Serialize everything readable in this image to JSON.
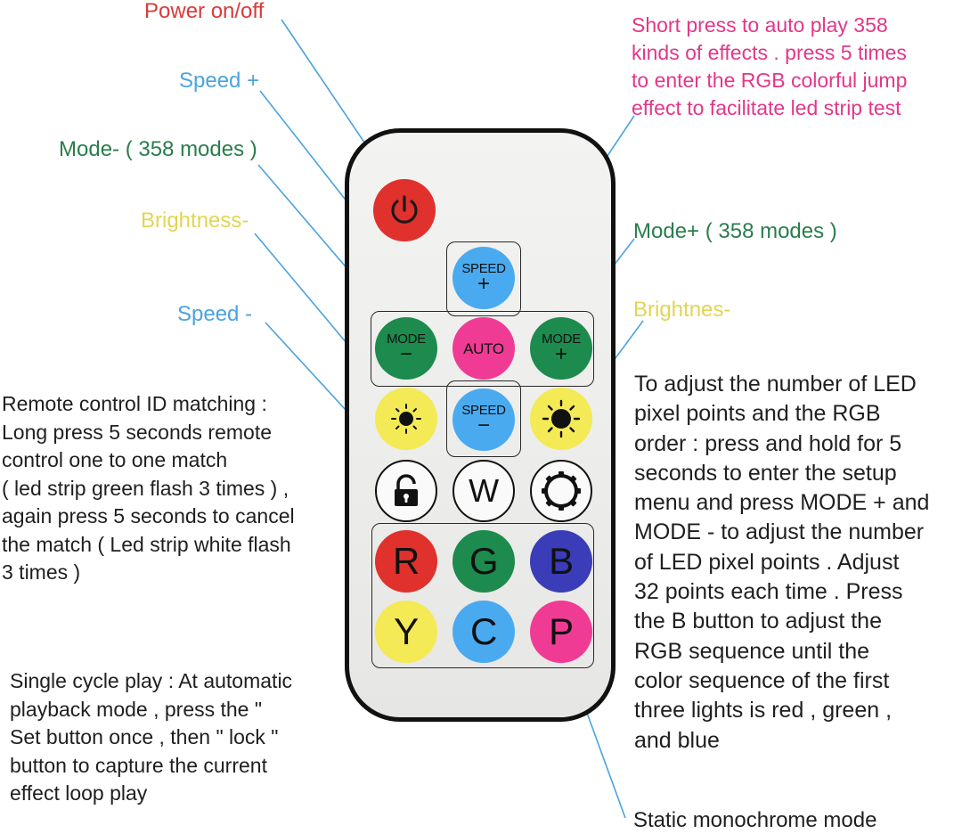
{
  "colors": {
    "red": "#d93a3a",
    "blue": "#4aa3df",
    "green": "#2a7d4b",
    "yellow": "#e2d552",
    "pink": "#e2378a",
    "text": "#1f1f1f",
    "btn_red": "#e0312d",
    "btn_blue": "#4aaaf0",
    "btn_green": "#1d8a4e",
    "btn_pink": "#f03b95",
    "btn_yellow": "#f3ea55",
    "btn_navy": "#3a3cb8"
  },
  "labels": {
    "power": "Power on/off",
    "speed_plus": "Speed +",
    "mode_minus": "Mode- ( 358 modes )",
    "brightness_minus": "Brightness-",
    "speed_minus": "Speed -",
    "mode_plus": "Mode+ ( 358 modes )",
    "brightnes_right": "Brightnes-",
    "static_mode": "Static monochrome mode"
  },
  "paragraphs": {
    "auto": "Short press to auto play 358\nkinds of effects . press 5 times\nto enter the RGB colorful jump\neffect to facilitate led strip test",
    "id_matching": "Remote control ID matching :\nLong press 5 seconds remote\ncontrol one to one match\n( led strip green flash 3 times ) ,\nagain press 5 seconds to cancel\nthe match ( Led strip white flash\n3 times )",
    "setup": "To adjust the number of LED\npixel points and the RGB\norder : press and hold for 5\nseconds to enter the setup\nmenu and press MODE + and\nMODE - to adjust the number\nof LED pixel points . Adjust\n32 points each time . Press\nthe B button to adjust the\nRGB sequence until the\ncolor sequence of the first\nthree lights is red , green ,\nand blue",
    "single_cycle": "Single cycle play : At automatic\nplayback mode , press the \"\n Set button once , then \" lock \"\n button to capture the current\n effect loop play"
  },
  "buttons": {
    "speed": "SPEED",
    "plus": "+",
    "minus": "−",
    "mode": "MODE",
    "auto": "AUTO",
    "w": "W",
    "r": "R",
    "g": "G",
    "b": "B",
    "y": "Y",
    "c": "C",
    "p": "P"
  },
  "icons": {
    "power": "power-icon",
    "brightness_down": "sun-small-icon",
    "brightness_up": "sun-large-icon",
    "lock": "lock-icon",
    "settings": "gear-icon"
  }
}
